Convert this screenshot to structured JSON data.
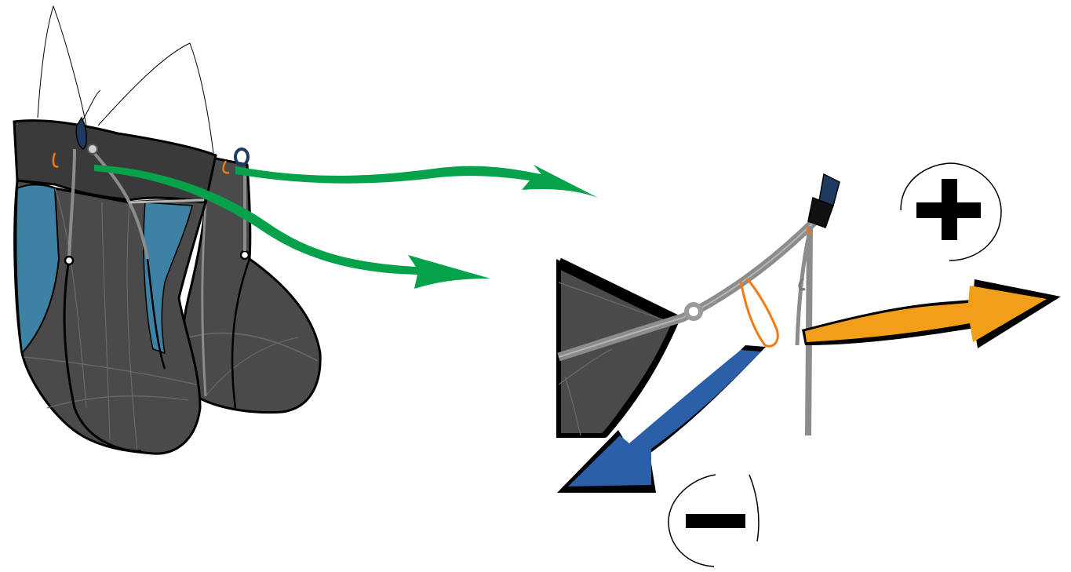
{
  "diagram": {
    "colors": {
      "harness": "#4a4a4a",
      "harness_dark": "#3a3a3a",
      "harness_panel": "#3d81a4",
      "outline": "#000000",
      "webbing": "#8c8c8c",
      "webbing_light": "#b5b5b5",
      "loop": "#ef7b12",
      "carabiner": "#1e3a60",
      "pointer_arrow": "#06a24a",
      "increase_arrow": "#f19f1a",
      "decrease_arrow": "#2b60a8",
      "line": "#000000",
      "background": "#ffffff"
    },
    "symbols": {
      "increase": "plus-sign",
      "decrease": "minus-sign"
    },
    "icons": {
      "harness": "harness-illustration",
      "detail": "strap-adjuster-detail",
      "callout_arrows": "arrow-right",
      "adjust_arrows": "arrow"
    }
  }
}
